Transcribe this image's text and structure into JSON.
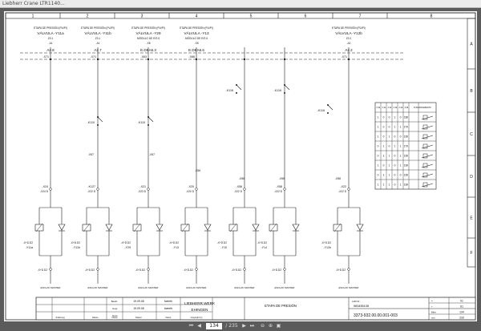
{
  "window": {
    "title": "Liebherr Crane LTR1140..."
  },
  "toolbar": {
    "page_current": "134",
    "page_total": "/ 235",
    "icons": [
      "first-page-icon",
      "prev-page-icon",
      "next-page-icon",
      "last-page-icon",
      "zoom-out-icon",
      "zoom-in-icon",
      "fit-page-icon"
    ]
  },
  "sheet": {
    "columns": [
      "1",
      "2",
      "3",
      "4",
      "5",
      "6",
      "7",
      "8"
    ],
    "rows": [
      "A",
      "B",
      "C",
      "D",
      "E",
      "F"
    ]
  },
  "circuits": [
    {
      "title1": "ETAPA DE PRESIÓN (PU/PI)",
      "title2": "VÁLVULA -Y11a",
      "z": "Z0.1",
      "a": "-A1",
      "dev": "A2.8",
      "conn": "-X71",
      "term": "-X24",
      "ref": "-X24 D",
      "coil": "-Y11a",
      "plug": "-X+D.D2",
      "module": "ESCLAV MASTER"
    },
    {
      "title1": "ETAPA DE PRESIÓN (PU/PI)",
      "title2": "VÁLVULA -Y11b",
      "z": "Z0.1",
      "a": "-A1",
      "dev": "A2.7",
      "conn": "-X71",
      "term": "-K127",
      "ref": "-X22 D",
      "coil": "-Y11b",
      "plug": "-X+D.D2",
      "module": "ESCLAV MASTER"
    },
    {
      "title1": "ETAPA DE PRESIÓN (PU/PI)",
      "title2": "VÁLVULA -Y29",
      "z": "MÓDULO DE E/S 6",
      "a": "-X8",
      "dev": "E.DEA6.3",
      "conn": "-X63",
      "term": "-X21",
      "ref": "-X23 D",
      "coil": "-Y29",
      "plug": "-X+D.D2",
      "module": "ESCLAV MASTER"
    },
    {
      "title1": "ETAPA DE PRESIÓN (PU/PI)",
      "title2": "VÁLVULA -Y13",
      "z": "MÓDULO DE E/S 6",
      "a": "-X8",
      "dev": "E.DEA6.6",
      "conn": "-X66",
      "term": "-X20",
      "ref": "-X20 D",
      "coil": "-Y13",
      "plug": "-X+D.D2",
      "module": "ESCLAV MASTER"
    },
    {
      "title1": "",
      "title2": "",
      "z": "",
      "a": "",
      "dev": "",
      "conn": "",
      "term": "-X58",
      "ref": "-X22 D",
      "coil": "-Y10",
      "plug": "-X+D.D2",
      "module": "ESCLAV MASTER"
    },
    {
      "title1": "",
      "title2": "",
      "z": "",
      "a": "",
      "dev": "",
      "conn": "",
      "term": "-X58",
      "ref": "-X22 D",
      "coil": "-Y14",
      "plug": "-X+D.D2",
      "module": "ESCLAV MASTER"
    },
    {
      "title1": "ETAPA DE PRESIÓN (PU/PI)",
      "title2": "VÁLVULA -Y12b",
      "z": "Z0.1",
      "a": "-A1",
      "dev": "A2.2",
      "conn": "-X71",
      "term": "-X22",
      "ref": "-X22 D",
      "coil": "-Y12b",
      "plug": "-X+D.D2",
      "module": "ESCLAV MASTER"
    }
  ],
  "relays": [
    "-K110",
    "-K110",
    "-K116",
    "-K116",
    "-K116"
  ],
  "annotations": [
    "-X57",
    "-X56",
    "-X57",
    "-X58",
    "-X58",
    "-X58"
  ],
  "legend_table": {
    "headers": [
      "-Y10",
      "-Y11",
      "-Y12",
      "-Y13",
      "-Y14",
      "-Y29",
      "FUNCIONAMIENTO"
    ],
    "rows": [
      [
        "1",
        "0",
        "0",
        "1",
        "0",
        "180"
      ],
      [
        "1",
        "0",
        "0",
        "1",
        "1",
        "170"
      ],
      [
        "1",
        "0",
        "1",
        "0",
        "0",
        "160"
      ],
      [
        "0",
        "1",
        "0",
        "1",
        "1",
        "170"
      ],
      [
        "0",
        "1",
        "1",
        "0",
        "1",
        "160"
      ],
      [
        "1",
        "0",
        "1",
        "0",
        "1",
        "160"
      ],
      [
        "0",
        "1",
        "1",
        "0",
        "0",
        "160"
      ],
      [
        "1",
        "1",
        "1",
        "0",
        "1",
        "160"
      ]
    ]
  },
  "titleblock": {
    "rev_rows": [
      {
        "label": "",
        "date": "19.09.08",
        "name": "fweeth"
      },
      {
        "label": "",
        "date": "19.09.08",
        "name": "fweeth"
      }
    ],
    "labels": [
      "Änderung",
      "Datum",
      "Name",
      "Datum",
      "Name",
      "Copyright (c)"
    ],
    "left_labels": [
      "Bearb.",
      "Gepr.",
      "Norm"
    ],
    "company": [
      "LIEBHERR WERK",
      "EHINGEN"
    ],
    "sheet_title": "ETAPA DE PRESIÓN",
    "order_label": "Auftr.Nr.",
    "order_no": "983455108",
    "drawing_no": "3373-932.00.00.001-003",
    "page_labels": [
      "=",
      "+",
      "Blatt",
      "von"
    ],
    "page_values": [
      "01",
      "S1",
      "134",
      "233"
    ]
  }
}
